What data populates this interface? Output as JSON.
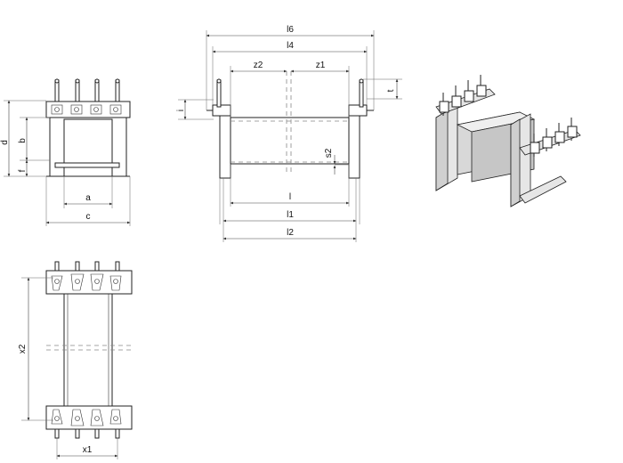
{
  "labels": {
    "d": "d",
    "b": "b",
    "f": "f",
    "a": "a",
    "c": "c",
    "l6": "l6",
    "l4": "l4",
    "z2": "z2",
    "z1": "z1",
    "t": "t",
    "i": "i",
    "s2": "s2",
    "l": "l",
    "l1": "l1",
    "l2": "l2",
    "x2": "x2",
    "x1": "x1"
  }
}
